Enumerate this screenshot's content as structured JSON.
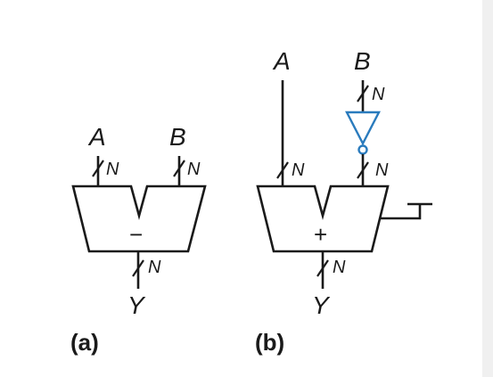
{
  "diagram_a": {
    "caption": "(a)",
    "input_a": "A",
    "input_b": "B",
    "output": "Y",
    "width_label": "N",
    "operator": "−"
  },
  "diagram_b": {
    "caption": "(b)",
    "input_a": "A",
    "input_b": "B",
    "output": "Y",
    "width_label": "N",
    "operator": "+"
  },
  "colors": {
    "line": "#1a1a1a",
    "inverter": "#2a7bbd",
    "background": "#ffffff"
  }
}
